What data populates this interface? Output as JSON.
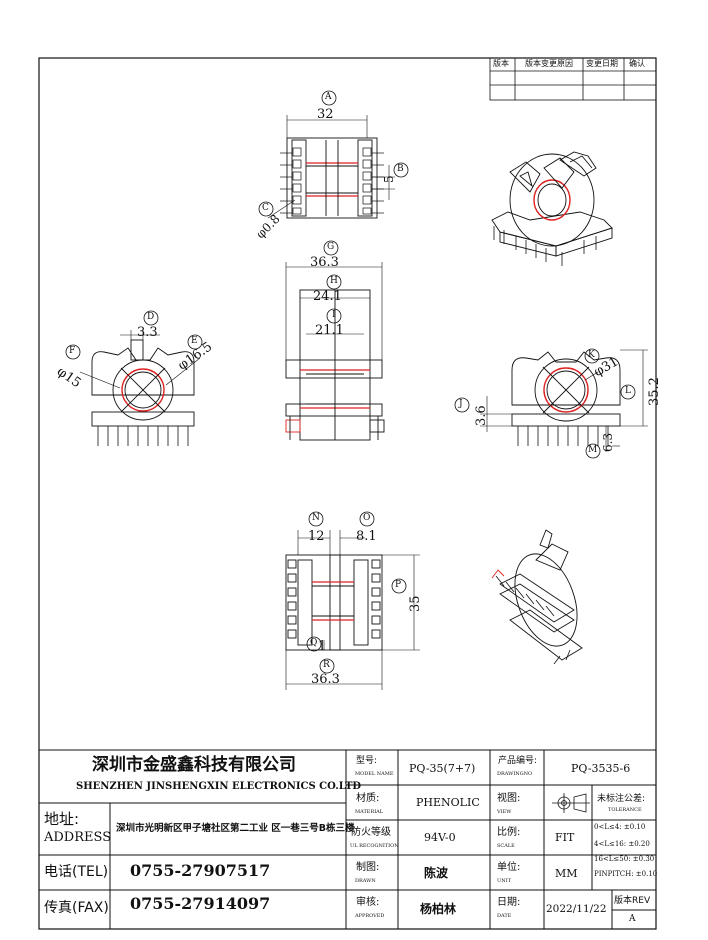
{
  "revision_table": {
    "headers": [
      "版本",
      "版本变更原因",
      "变更日期",
      "确认"
    ]
  },
  "dimensions": [
    {
      "letter": "A",
      "value": "32"
    },
    {
      "letter": "B",
      "value": "5"
    },
    {
      "letter": "C",
      "value": "φ0.8"
    },
    {
      "letter": "D",
      "value": "3.3"
    },
    {
      "letter": "E",
      "value": "φ16.5"
    },
    {
      "letter": "F",
      "value": "φ15"
    },
    {
      "letter": "G",
      "value": "36.3"
    },
    {
      "letter": "H",
      "value": "24.1"
    },
    {
      "letter": "I",
      "value": "21.1"
    },
    {
      "letter": "J",
      "value": "3.6"
    },
    {
      "letter": "K",
      "value": "φ31"
    },
    {
      "letter": "L",
      "value": "35.2"
    },
    {
      "letter": "M",
      "value": "6.3"
    },
    {
      "letter": "N",
      "value": "12"
    },
    {
      "letter": "O",
      "value": "8.1"
    },
    {
      "letter": "P",
      "value": "35"
    },
    {
      "letter": "Q",
      "value": "1"
    },
    {
      "letter": "R",
      "value": "36.3"
    }
  ],
  "title_block": {
    "company_cn": "深圳市金盛鑫科技有限公司",
    "company_en": "SHENZHEN JINSHENGXIN ELECTRONICS CO.LTD",
    "address_label_cn": "地址:",
    "address_label_en": "ADDRESS",
    "address_value": "深圳市光明新区甲子塘社区第二工业 区一巷三号B栋三楼",
    "tel_label": "电话(TEL)",
    "tel_value": "0755-27907517",
    "fax_label": "传真(FAX)",
    "fax_value": "0755-27914097",
    "model_label_cn": "型号:",
    "model_label_en": "MODEL NAME",
    "model_value": "PQ-35(7+7)",
    "drawing_no_label_cn": "产品编号:",
    "drawing_no_label_en": "DRAWINGNO",
    "drawing_no_value": "PQ-3535-6",
    "material_label_cn": "材质:",
    "material_label_en": "MATERIAL",
    "material_value": "PHENOLIC",
    "view_label_cn": "视图:",
    "view_label_en": "VIEW",
    "tolerance_label_cn": "未标注公差:",
    "tolerance_label_en": "TOLERANCE",
    "tolerance_lines": [
      "0<L≤4: ±0.10",
      "4<L≤16: ±0.20",
      "16<L≤50: ±0.30",
      "PINPITCH: ±0.10"
    ],
    "flame_label_cn": "防火等级",
    "flame_label_en": "UL RECOGNITION",
    "flame_value": "94V-0",
    "scale_label_cn": "比例:",
    "scale_label_en": "SCALE",
    "scale_value": "FIT",
    "drawn_label_cn": "制图:",
    "drawn_label_en": "DRAWN",
    "drawn_value": "陈波",
    "unit_label_cn": "单位:",
    "unit_label_en": "UNIT",
    "unit_value": "MM",
    "approved_label_cn": "审核:",
    "approved_label_en": "APPROVED",
    "approved_value": "杨柏林",
    "date_label_cn": "日期:",
    "date_label_en": "DATE",
    "date_value": "2022/11/22",
    "rev_label": "版本REV",
    "rev_value": "A"
  }
}
